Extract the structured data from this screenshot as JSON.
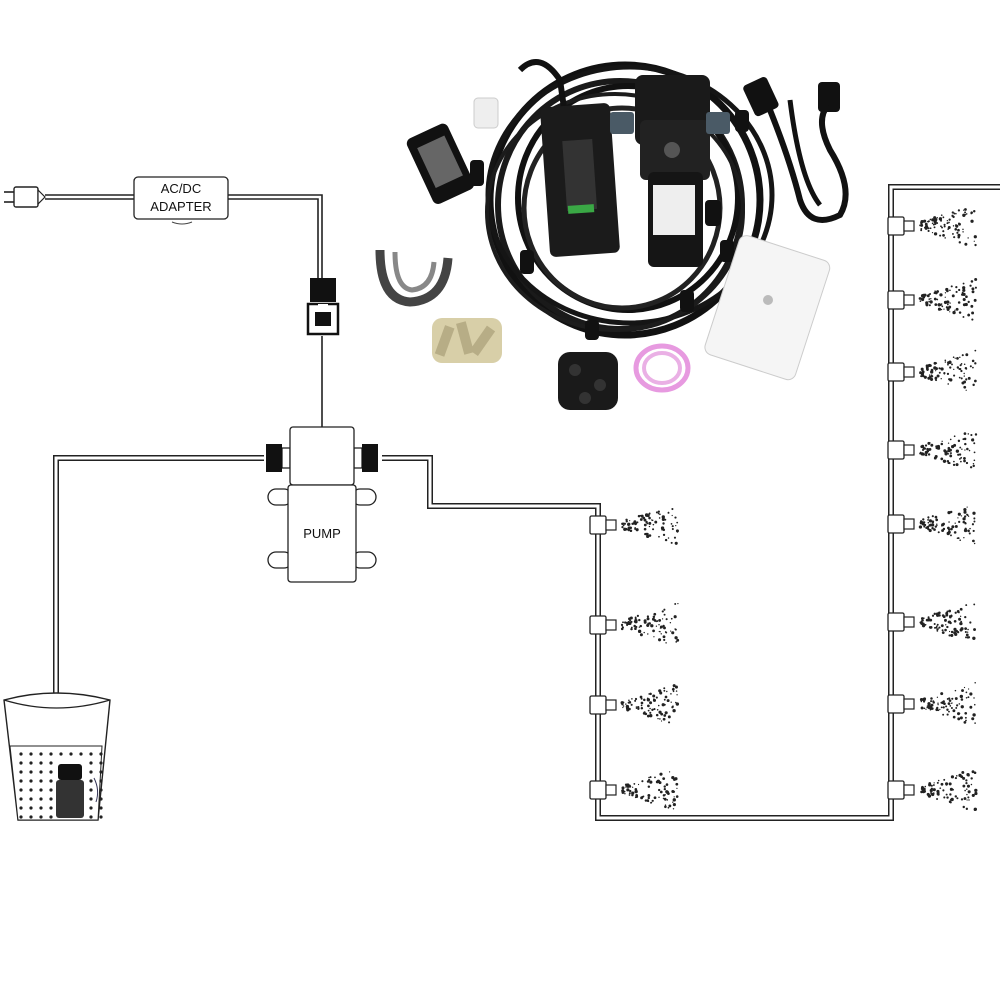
{
  "adapter": {
    "line1": "AC/DC",
    "line2": "ADAPTER"
  },
  "pump": {
    "label": "PUMP"
  },
  "nozzles": {
    "middle_branch_count": 4,
    "right_branch_count": 8
  },
  "colors": {
    "line": "#222222",
    "background": "#ffffff"
  }
}
